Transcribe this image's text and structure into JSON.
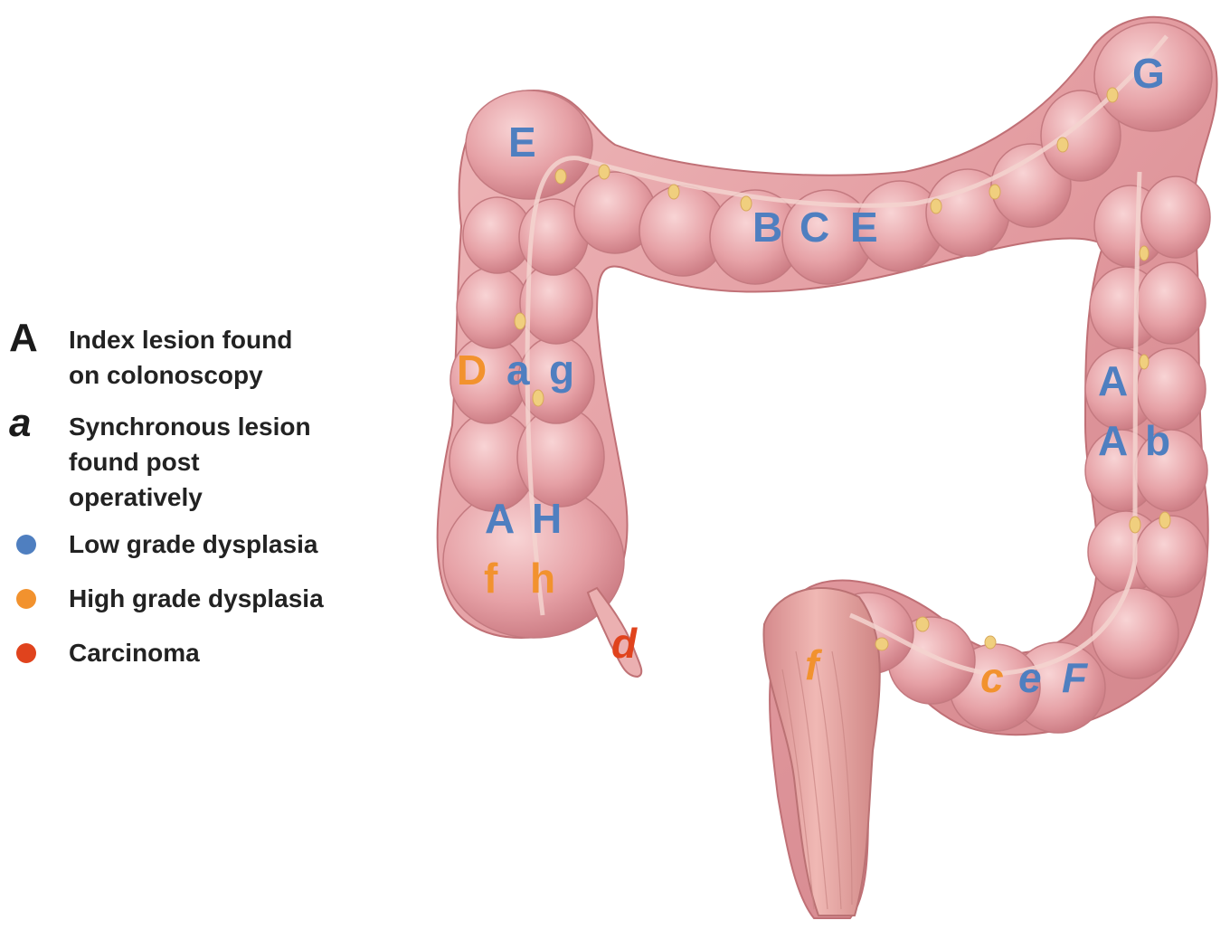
{
  "colors": {
    "low_grade": "#4f7fc0",
    "high_grade": "#f2922e",
    "carcinoma": "#e0431d",
    "colon_fill": "#e6a2a5",
    "colon_shadow": "#c97a80",
    "colon_highlight": "#f6d1d2"
  },
  "legend": {
    "index_symbol": "A",
    "index_text": "Index lesion found\non colonoscopy",
    "sync_symbol": "a",
    "sync_text": "Synchronous lesion\nfound post\noperatively",
    "low_grade": "Low grade dysplasia",
    "high_grade": "High grade dysplasia",
    "carcinoma": "Carcinoma"
  },
  "labels": {
    "hepatic_flexure": "E",
    "transverse": [
      "B",
      "C",
      "E"
    ],
    "splenic_flexure": "G",
    "ascending_upper": [
      "D",
      "a",
      "g"
    ],
    "cecum_upper": [
      "A",
      "H"
    ],
    "cecum_lower": [
      "f",
      "h"
    ],
    "appendix": "d",
    "descending_upper": "A",
    "descending_lower": [
      "A",
      "b"
    ],
    "sigmoid": [
      "c",
      "e",
      "F"
    ],
    "rectum": "f"
  }
}
